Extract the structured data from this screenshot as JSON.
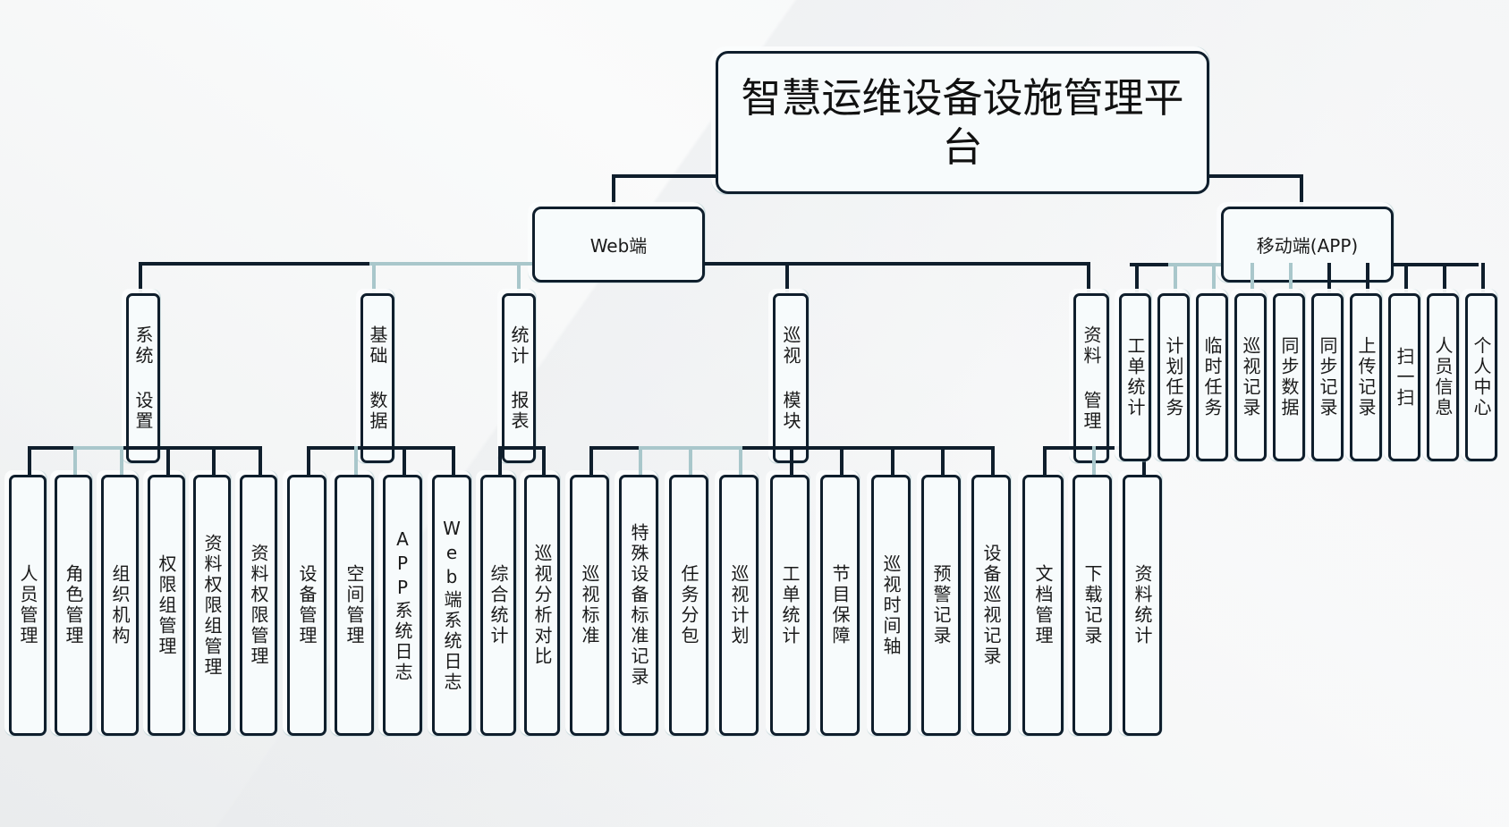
{
  "root": {
    "label": "智慧运维设备设施管理平台"
  },
  "branches": [
    {
      "label": "Web端",
      "groups": [
        {
          "label": "系统 设置",
          "children": [
            "人员管理",
            "角色管理",
            "组织机构",
            "权限组管理",
            "资料权限组管理",
            "资料权限管理"
          ]
        },
        {
          "label": "基础 数据",
          "children": [
            "设备管理",
            "空间管理",
            "APP系统日志",
            "Web端系统日志"
          ]
        },
        {
          "label": "统计 报表",
          "children": [
            "综合统计",
            "巡视分析对比"
          ]
        },
        {
          "label": "巡视 模块",
          "children": [
            "巡视标准",
            "特殊设备标准记录",
            "任务分包",
            "巡视计划",
            "工单统计",
            "节目保障",
            "巡视时间轴",
            "预警记录",
            "设备巡视记录"
          ]
        },
        {
          "label": "资料 管理",
          "children": [
            "文档管理",
            "下载记录",
            "资料统计"
          ]
        }
      ]
    },
    {
      "label": "移动端(APP)",
      "children": [
        "工单统计",
        "计划任务",
        "临时任务",
        "巡视记录",
        "同步数据",
        "同步记录",
        "上传记录",
        "扫一扫",
        "人员信息",
        "个人中心"
      ]
    }
  ],
  "colors": {
    "line": "#0f1e2c",
    "line_light": "#a9c7cb",
    "node_fill": "#f7fbfc"
  }
}
